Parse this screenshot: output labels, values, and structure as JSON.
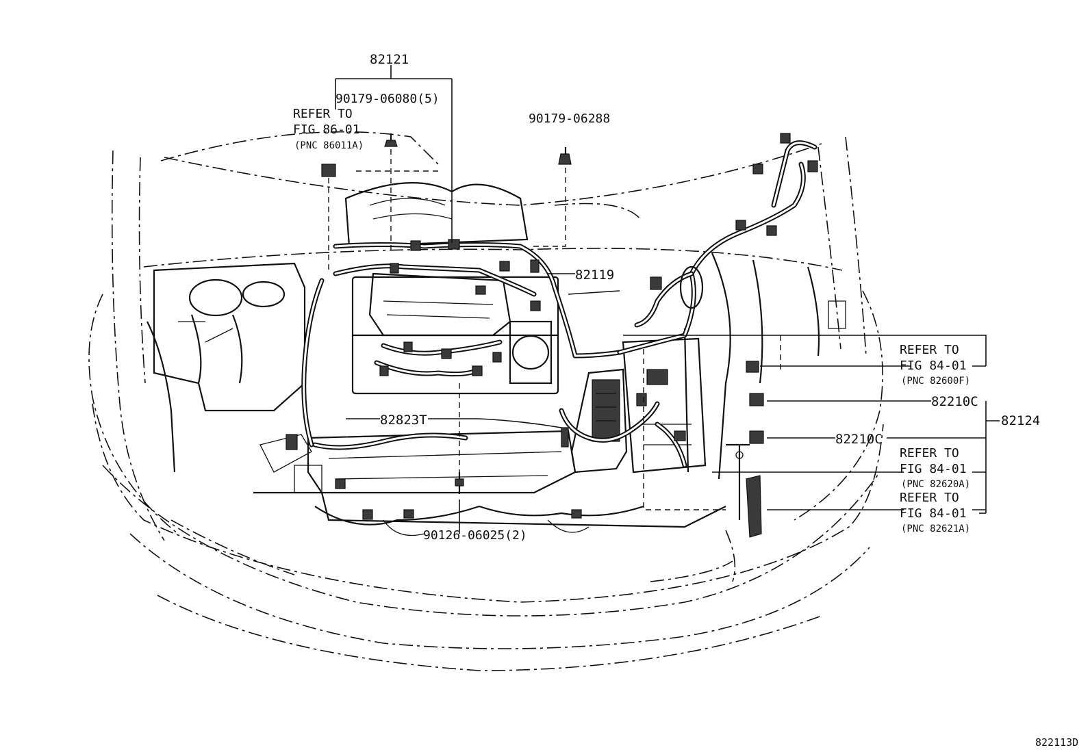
{
  "diagram": {
    "figure_code": "822113D",
    "callouts": {
      "harness_main": "82121",
      "bolt_a": "90179-06080(5)",
      "refer_86": {
        "line1": "REFER TO",
        "line2": "FIG 86-01",
        "line3": "(PNC 86011A)"
      },
      "nut_b": "90179-06288",
      "wire_82119": "82119",
      "refer_84a": {
        "line1": "REFER TO",
        "line2": "FIG 84-01",
        "line3": "(PNC 82600F)"
      },
      "relay_1": "82210C",
      "relay_2": "82210C",
      "harness_82124": "82124",
      "refer_84b": {
        "line1": "REFER TO",
        "line2": "FIG 84-01",
        "line3": "(PNC 82620A)"
      },
      "refer_84c": {
        "line1": "REFER TO",
        "line2": "FIG 84-01",
        "line3": "(PNC 82621A)"
      },
      "clamp_82823": "82823T",
      "bolt_c": "90126-06025(2)"
    }
  }
}
